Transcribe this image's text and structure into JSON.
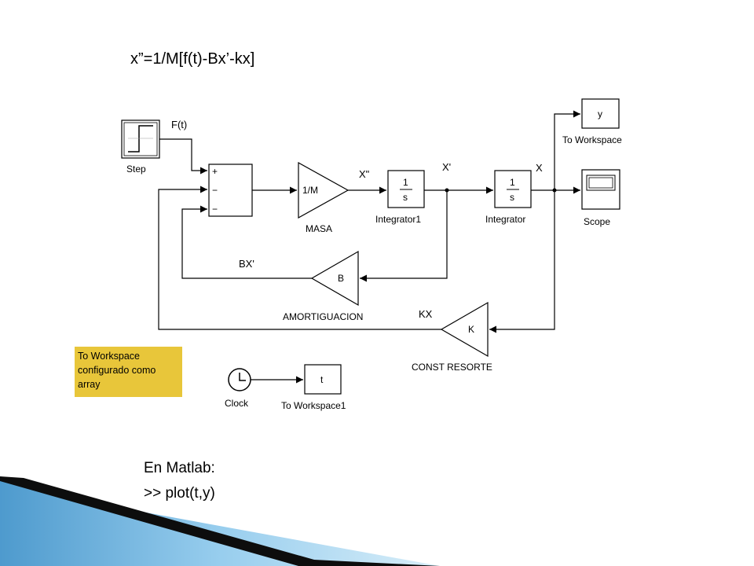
{
  "equation": "x”=1/M[f(t)-Bx’-kx]",
  "blocks": {
    "step": "Step",
    "sum_signs": [
      "+",
      "−",
      "−"
    ],
    "masa_gain": "1/M",
    "masa": "MASA",
    "integrator_num": "1",
    "integrator_den": "s",
    "integrator1": "Integrator1",
    "integrator": "Integrator",
    "to_workspace_y_var": "y",
    "to_workspace_y": "To Workspace",
    "scope": "Scope",
    "amort_gain": "B",
    "amortiguacion": "AMORTIGUACION",
    "resorte_gain": "K",
    "const_resorte": "CONST RESORTE",
    "clock": "Clock",
    "to_workspace_t_var": "t",
    "to_workspace1": "To Workspace1"
  },
  "signals": {
    "ft": "F(t)",
    "x2": "X\"",
    "x1": "X'",
    "x": "X",
    "bx": "BX'",
    "kx": "KX"
  },
  "note": {
    "lines": [
      "To Workspace",
      "configurado como",
      "array"
    ],
    "color": "#e8c63a"
  },
  "footer": {
    "line1": "En Matlab:",
    "line2": ">> plot(t,y)"
  },
  "colors": {
    "ribbon_dark": "#0d0d0d",
    "ribbon_blue_light": "#a8d8f0",
    "ribbon_blue_dark": "#3a8fc8"
  }
}
